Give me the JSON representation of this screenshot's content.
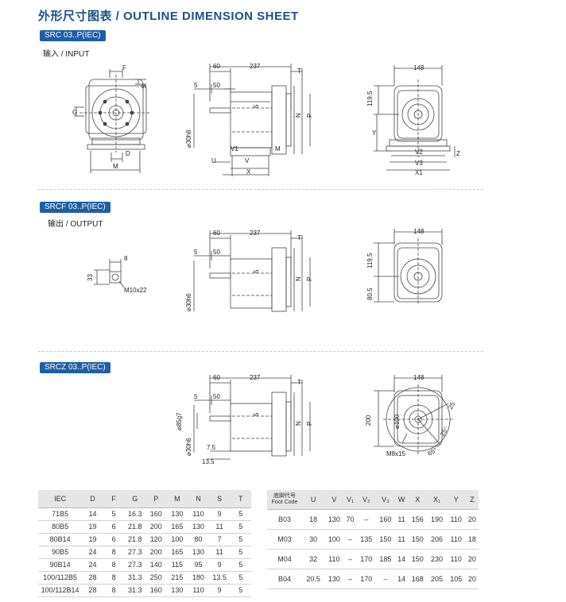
{
  "header": {
    "title": "外形尺寸图表 / OUTLINE DIMENSION SHEET"
  },
  "sections": [
    {
      "badge": "SRC 03..P(IEC)",
      "label": "输入 / INPUT"
    },
    {
      "badge": "SRCF 03..P(IEC)",
      "label": "输出 / OUTPUT"
    },
    {
      "badge": "SRCZ 03..P(IEC)",
      "label": ""
    }
  ],
  "dims": {
    "d60": "60",
    "d237": "237",
    "d5": "5",
    "d50": "50",
    "d148": "148",
    "d119_5": "119.5",
    "d80_5": "80.5",
    "d200": "200",
    "d8": "8",
    "d33": "33",
    "d7_5": "7.5",
    "d13_5": "13.5",
    "phi30h6": "⌀30h6",
    "phi85g7": "⌀85g7",
    "phi100": "⌀100",
    "m10x22": "M10x22",
    "m8x15": "M8x15",
    "a25": "25°",
    "a65": "65°",
    "r25": "25",
    "F": "F",
    "S": "S",
    "G": "G",
    "D": "D",
    "M": "M",
    "T": "T",
    "N": "N",
    "P": "P",
    "U": "U",
    "V": "V",
    "V1": "V1",
    "X": "X",
    "Y": "Y",
    "V2": "V2",
    "V3": "V3",
    "X1": "X1",
    "Z": "Z"
  },
  "iec_table": {
    "headers": [
      "IEC",
      "D",
      "F",
      "G",
      "P",
      "M",
      "N",
      "S",
      "T"
    ],
    "rows": [
      [
        "71B5",
        "14",
        "5",
        "16.3",
        "160",
        "130",
        "110",
        "9",
        "5"
      ],
      [
        "80B5",
        "19",
        "6",
        "21.8",
        "200",
        "165",
        "130",
        "11",
        "5"
      ],
      [
        "80B14",
        "19",
        "6",
        "21.8",
        "120",
        "100",
        "80",
        "7",
        "5"
      ],
      [
        "90B5",
        "24",
        "8",
        "27.3",
        "200",
        "165",
        "130",
        "11",
        "5"
      ],
      [
        "90B14",
        "24",
        "8",
        "27.3",
        "140",
        "115",
        "95",
        "9",
        "5"
      ],
      [
        "100/112B5",
        "28",
        "8",
        "31.3",
        "250",
        "215",
        "180",
        "13.5",
        "5"
      ],
      [
        "100/112B14",
        "28",
        "8",
        "31.3",
        "160",
        "130",
        "110",
        "9",
        "5"
      ]
    ]
  },
  "foot_table": {
    "header_code_cn": "底脚代号",
    "header_code_en": "Foot Code",
    "headers": [
      "U",
      "V",
      "V₁",
      "V₂",
      "V₃",
      "W",
      "X",
      "X₁",
      "Y",
      "Z"
    ],
    "rows": [
      [
        "B03",
        "18",
        "130",
        "70",
        "–",
        "160",
        "11",
        "156",
        "190",
        "110",
        "20"
      ],
      [
        "M03",
        "30",
        "100",
        "–",
        "135",
        "150",
        "11",
        "150",
        "206",
        "110",
        "18"
      ],
      [
        "M04",
        "32",
        "110",
        "–",
        "170",
        "185",
        "14",
        "150",
        "230",
        "110",
        "20"
      ],
      [
        "B04",
        "20.5",
        "130",
        "–",
        "170",
        "–",
        "14",
        "168",
        "205",
        "105",
        "20"
      ]
    ]
  }
}
